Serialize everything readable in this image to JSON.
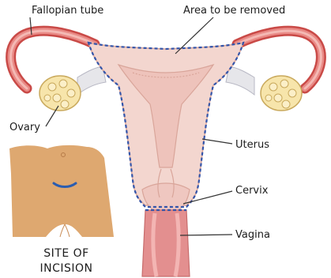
{
  "labels": {
    "fallopian_tube": "Fallopian tube",
    "area_removed": "Area to be removed",
    "ovary": "Ovary",
    "uterus": "Uterus",
    "cervix": "Cervix",
    "vagina": "Vagina",
    "site_line1": "SITE OF",
    "site_line2": "INCISION"
  },
  "colors": {
    "tissue_light": "#f3d6cf",
    "tissue_mid": "#e9b7ad",
    "tissue_pink": "#eaa0a0",
    "tube_red": "#d9534f",
    "ovary_yellow": "#f7e5ab",
    "skin": "#dea870",
    "incision_blue": "#2a5db0",
    "cut_line": "#3355aa"
  }
}
